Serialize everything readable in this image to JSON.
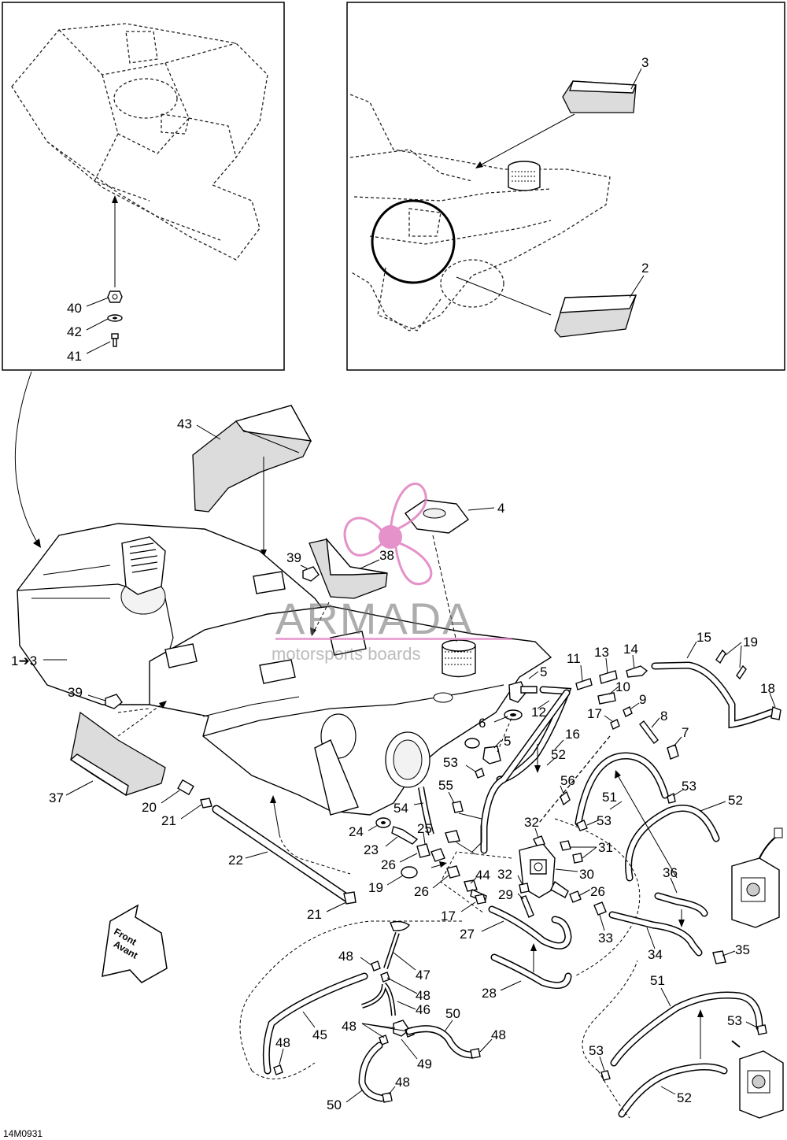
{
  "diagram_code": "14M0931",
  "watermark": {
    "brand": "ARMADA",
    "subtitle": "motorsports boards",
    "color": "#e07fc0"
  },
  "front_arrow": {
    "line1": "Front",
    "line2": "Avant"
  },
  "callouts": [
    {
      "id": "c1",
      "text": "1➔3"
    },
    {
      "id": "c2",
      "text": "2"
    },
    {
      "id": "c3",
      "text": "3"
    },
    {
      "id": "c4",
      "text": "4"
    },
    {
      "id": "c5a",
      "text": "5"
    },
    {
      "id": "c5b",
      "text": "5"
    },
    {
      "id": "c6",
      "text": "6"
    },
    {
      "id": "c7",
      "text": "7"
    },
    {
      "id": "c8",
      "text": "8"
    },
    {
      "id": "c9",
      "text": "9"
    },
    {
      "id": "c10",
      "text": "10"
    },
    {
      "id": "c11",
      "text": "11"
    },
    {
      "id": "c12",
      "text": "12"
    },
    {
      "id": "c13",
      "text": "13"
    },
    {
      "id": "c14",
      "text": "14"
    },
    {
      "id": "c15",
      "text": "15"
    },
    {
      "id": "c16",
      "text": "16"
    },
    {
      "id": "c17a",
      "text": "17"
    },
    {
      "id": "c17b",
      "text": "17"
    },
    {
      "id": "c18",
      "text": "18"
    },
    {
      "id": "c19a",
      "text": "19"
    },
    {
      "id": "c19b",
      "text": "19"
    },
    {
      "id": "c20",
      "text": "20"
    },
    {
      "id": "c21a",
      "text": "21"
    },
    {
      "id": "c21b",
      "text": "21"
    },
    {
      "id": "c22",
      "text": "22"
    },
    {
      "id": "c23",
      "text": "23"
    },
    {
      "id": "c24",
      "text": "24"
    },
    {
      "id": "c25",
      "text": "25"
    },
    {
      "id": "c26a",
      "text": "26"
    },
    {
      "id": "c26b",
      "text": "26"
    },
    {
      "id": "c26c",
      "text": "26"
    },
    {
      "id": "c27",
      "text": "27"
    },
    {
      "id": "c28",
      "text": "28"
    },
    {
      "id": "c29",
      "text": "29"
    },
    {
      "id": "c30",
      "text": "30"
    },
    {
      "id": "c31",
      "text": "31"
    },
    {
      "id": "c32a",
      "text": "32"
    },
    {
      "id": "c32b",
      "text": "32"
    },
    {
      "id": "c33",
      "text": "33"
    },
    {
      "id": "c34",
      "text": "34"
    },
    {
      "id": "c35",
      "text": "35"
    },
    {
      "id": "c36",
      "text": "36"
    },
    {
      "id": "c37",
      "text": "37"
    },
    {
      "id": "c38",
      "text": "38"
    },
    {
      "id": "c39a",
      "text": "39"
    },
    {
      "id": "c39b",
      "text": "39"
    },
    {
      "id": "c40",
      "text": "40"
    },
    {
      "id": "c41",
      "text": "41"
    },
    {
      "id": "c42",
      "text": "42"
    },
    {
      "id": "c43",
      "text": "43"
    },
    {
      "id": "c44",
      "text": "44"
    },
    {
      "id": "c45",
      "text": "45"
    },
    {
      "id": "c46",
      "text": "46"
    },
    {
      "id": "c47",
      "text": "47"
    },
    {
      "id": "c48a",
      "text": "48"
    },
    {
      "id": "c48b",
      "text": "48"
    },
    {
      "id": "c48c",
      "text": "48"
    },
    {
      "id": "c48d",
      "text": "48"
    },
    {
      "id": "c48e",
      "text": "48"
    },
    {
      "id": "c48f",
      "text": "48"
    },
    {
      "id": "c49",
      "text": "49"
    },
    {
      "id": "c50a",
      "text": "50"
    },
    {
      "id": "c50b",
      "text": "50"
    },
    {
      "id": "c51a",
      "text": "51"
    },
    {
      "id": "c51b",
      "text": "51"
    },
    {
      "id": "c52a",
      "text": "52"
    },
    {
      "id": "c52b",
      "text": "52"
    },
    {
      "id": "c52c",
      "text": "52"
    },
    {
      "id": "c53a",
      "text": "53"
    },
    {
      "id": "c53b",
      "text": "53"
    },
    {
      "id": "c53c",
      "text": "53"
    },
    {
      "id": "c53d",
      "text": "53"
    },
    {
      "id": "c53e",
      "text": "53"
    },
    {
      "id": "c54",
      "text": "54"
    },
    {
      "id": "c55",
      "text": "55"
    },
    {
      "id": "c56",
      "text": "56"
    }
  ]
}
